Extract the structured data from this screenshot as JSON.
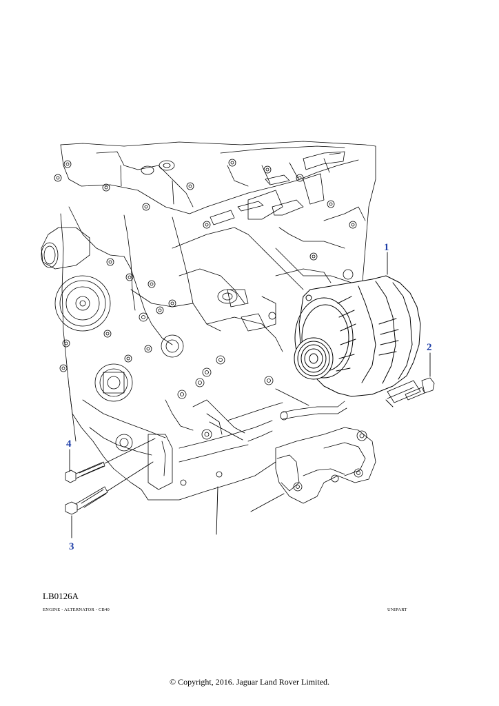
{
  "callouts": {
    "c1": "1",
    "c2": "2",
    "c3": "3",
    "c4": "4"
  },
  "drawing_code": "LB0126A",
  "footer": {
    "caption": "ENGINE - ALTERNATOR - CB40",
    "supplier": "UNIPART"
  },
  "copyright": "© Copyright, 2016. Jaguar Land Rover Limited.",
  "colors": {
    "callout": "#1f3fa8",
    "line": "#000000"
  }
}
